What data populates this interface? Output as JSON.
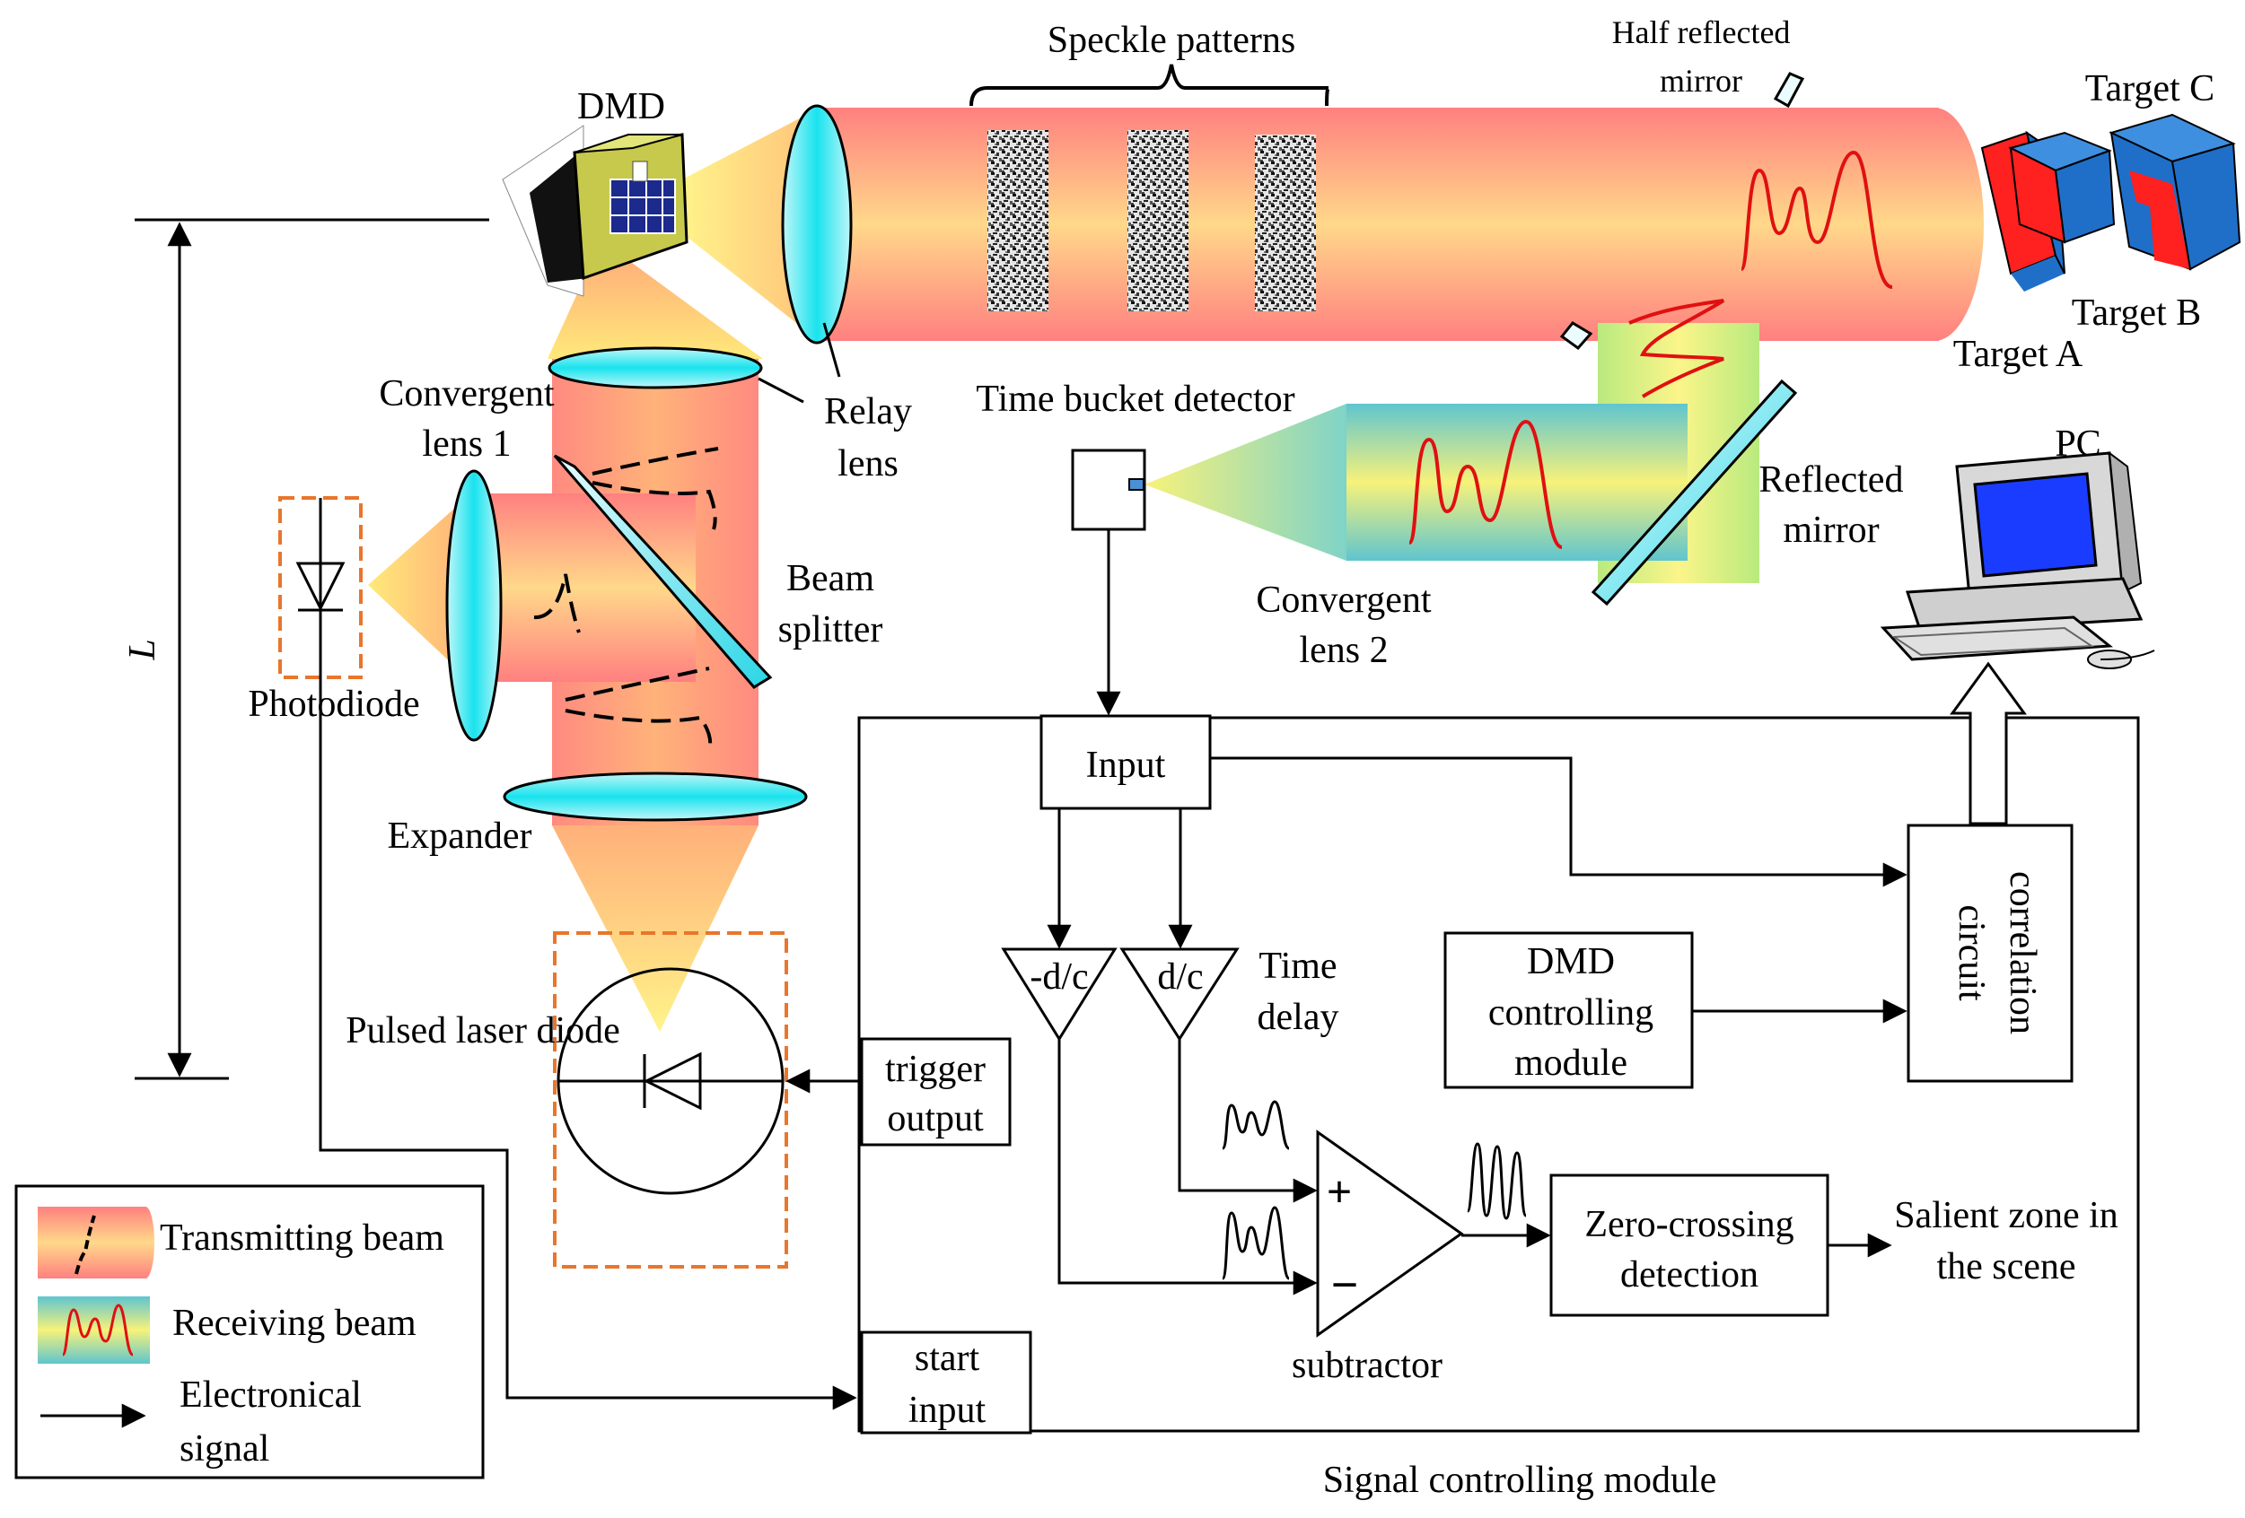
{
  "labels": {
    "speckle_patterns": "Speckle patterns",
    "half_reflected_1": "Half reflected",
    "half_reflected_2": "mirror",
    "dmd": "DMD",
    "target_a": "Target A",
    "target_b": "Target B",
    "target_c": "Target C",
    "relay_lens_1": "Relay",
    "relay_lens_2": "lens",
    "convergent_lens1_1": "Convergent",
    "convergent_lens1_2": "lens 1",
    "time_bucket_detector": "Time bucket detector",
    "reflected_mirror_1": "Reflected",
    "reflected_mirror_2": "mirror",
    "pc": "PC",
    "beam_splitter_1": "Beam",
    "beam_splitter_2": "splitter",
    "convergent_lens2_1": "Convergent",
    "convergent_lens2_2": "lens 2",
    "photodiode": "Photodiode",
    "expander": "Expander",
    "distance_l": "L",
    "pulsed_laser_diode": "Pulsed laser diode",
    "input": "Input",
    "neg_dc": "-d/c",
    "dc": "d/c",
    "time_delay_1": "Time",
    "time_delay_2": "delay",
    "dmd_ctrl_1": "DMD",
    "dmd_ctrl_2": "controlling",
    "dmd_ctrl_3": "module",
    "correlation_circuit_1": "correlation",
    "correlation_circuit_2": "circuit",
    "trigger_1": "trigger",
    "trigger_2": "output",
    "plus": "+",
    "minus": "−",
    "subtractor": "subtractor",
    "zero_crossing_1": "Zero-crossing",
    "zero_crossing_2": "detection",
    "salient_1": "Salient zone in",
    "salient_2": "the scene",
    "start_1": "start",
    "start_2": "input",
    "signal_controlling_module": "Signal controlling module"
  },
  "legend": {
    "transmitting": "Transmitting beam",
    "receiving": "Receiving  beam",
    "electronical_1": "Electronical",
    "electronical_2": "signal"
  },
  "colors": {
    "beam_hot": "#ff7f7f",
    "beam_warm": "#ffd27a",
    "beam_light": "#fff38a",
    "lens": "#4be3ea",
    "receive_cool": "#5fc5cf",
    "receive_pulse": "#e01010",
    "dashed_box": "#e8762c",
    "target_blue": "#1f6fc9",
    "target_red": "#ff2020"
  }
}
